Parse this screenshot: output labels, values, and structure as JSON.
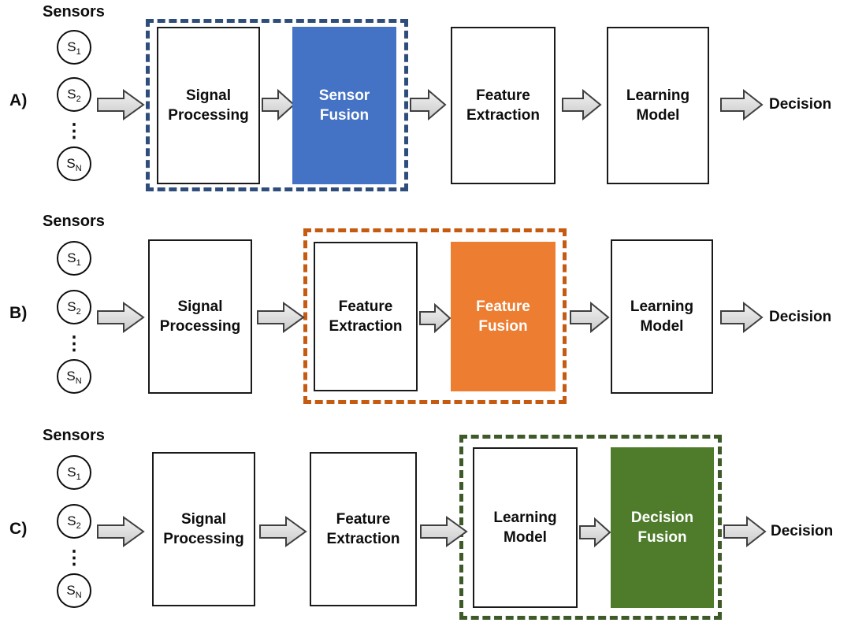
{
  "figure": {
    "title": "Sensor fusion architectures: early, intermediate and late fusion pipelines",
    "background_color": "#ffffff"
  },
  "common": {
    "sensors_label": "Sensors",
    "sensor_nodes": [
      {
        "name": "S",
        "sub": "1"
      },
      {
        "name": "S",
        "sub": "2"
      },
      {
        "name": "S",
        "sub": "N"
      }
    ],
    "vertical_ellipsis": "⋮",
    "decision_label": "Decision",
    "arrow_icon_name": "block-arrow-right-icon",
    "arrow_fill": "#D9D9D9",
    "arrow_stroke": "#404040"
  },
  "rows": [
    {
      "id": "A",
      "label": "A)",
      "fusion_type": "sensor-level-fusion",
      "accent_color": "#4472C4",
      "dash_color": "#2E4D7B",
      "sensors_label": "Sensors",
      "stages": [
        {
          "id": "signal-processing",
          "lines": [
            "Signal",
            "Processing"
          ],
          "filled": false,
          "grouped": true
        },
        {
          "id": "sensor-fusion",
          "lines": [
            "Sensor",
            "Fusion"
          ],
          "filled": true,
          "grouped": true
        },
        {
          "id": "feature-extraction",
          "lines": [
            "Feature",
            "Extraction"
          ],
          "filled": false,
          "grouped": false
        },
        {
          "id": "learning-model",
          "lines": [
            "Learning",
            "Model"
          ],
          "filled": false,
          "grouped": false
        }
      ],
      "output": "Decision"
    },
    {
      "id": "B",
      "label": "B)",
      "fusion_type": "feature-level-fusion",
      "accent_color": "#ED7D31",
      "dash_color": "#C55A11",
      "sensors_label": "Sensors",
      "stages": [
        {
          "id": "signal-processing",
          "lines": [
            "Signal",
            "Processing"
          ],
          "filled": false,
          "grouped": false
        },
        {
          "id": "feature-extraction",
          "lines": [
            "Feature",
            "Extraction"
          ],
          "filled": false,
          "grouped": true
        },
        {
          "id": "feature-fusion",
          "lines": [
            "Feature",
            "Fusion"
          ],
          "filled": true,
          "grouped": true
        },
        {
          "id": "learning-model",
          "lines": [
            "Learning",
            "Model"
          ],
          "filled": false,
          "grouped": false
        }
      ],
      "output": "Decision"
    },
    {
      "id": "C",
      "label": "C)",
      "fusion_type": "decision-level-fusion",
      "accent_color": "#4E7C2B",
      "dash_color": "#3D5A28",
      "sensors_label": "Sensors",
      "stages": [
        {
          "id": "signal-processing",
          "lines": [
            "Signal",
            "Processing"
          ],
          "filled": false,
          "grouped": false
        },
        {
          "id": "feature-extraction",
          "lines": [
            "Feature",
            "Extraction"
          ],
          "filled": false,
          "grouped": false
        },
        {
          "id": "learning-model",
          "lines": [
            "Learning",
            "Model"
          ],
          "filled": false,
          "grouped": true
        },
        {
          "id": "decision-fusion",
          "lines": [
            "Decision",
            "Fusion"
          ],
          "filled": true,
          "grouped": true
        }
      ],
      "output": "Decision"
    }
  ]
}
